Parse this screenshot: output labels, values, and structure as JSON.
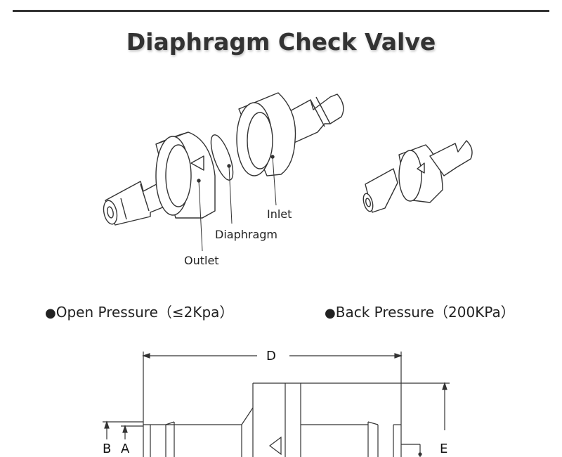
{
  "title": "Diaphragm Check Valve",
  "labels": {
    "inlet": "Inlet",
    "diaphragm": "Diaphragm",
    "outlet": "Outlet"
  },
  "specs": {
    "bullet": "●",
    "open_pressure": "Open Pressure（≤2Kpa）",
    "back_pressure": "Back Pressure（200KPa）"
  },
  "dimensions": {
    "d": "D",
    "b": "B",
    "a": "A",
    "e": "E"
  }
}
